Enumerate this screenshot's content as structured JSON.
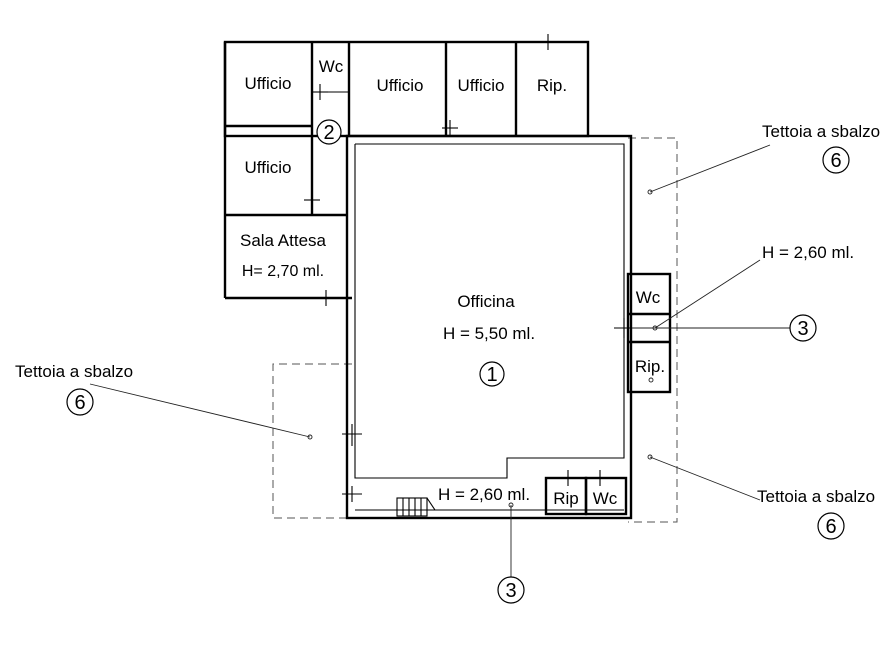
{
  "rooms": {
    "ufficio_1": "Ufficio",
    "wc_top": "Wc",
    "ufficio_2": "Ufficio",
    "ufficio_3": "Ufficio",
    "rip_top": "Rip.",
    "ufficio_4": "Ufficio",
    "sala_attesa": "Sala Attesa",
    "sala_attesa_height": "H= 2,70 ml.",
    "officina": "Officina",
    "officina_height": "H = 5,50 ml.",
    "wc_right": "Wc",
    "rip_right": "Rip.",
    "bottom_height": "H = 2,60 ml.",
    "rip_bottom": "Rip",
    "wc_bottom": "Wc"
  },
  "annotations": {
    "tettoia_top_right": "Tettoia a sbalzo",
    "tettoia_left": "Tettoia a sbalzo",
    "tettoia_bottom_right": "Tettoia a sbalzo",
    "height_right": "H = 2,60 ml."
  },
  "markers": {
    "m1": "1",
    "m2": "2",
    "m3_right": "3",
    "m3_bottom": "3",
    "m6_top_right": "6",
    "m6_left": "6",
    "m6_bottom_right": "6"
  }
}
